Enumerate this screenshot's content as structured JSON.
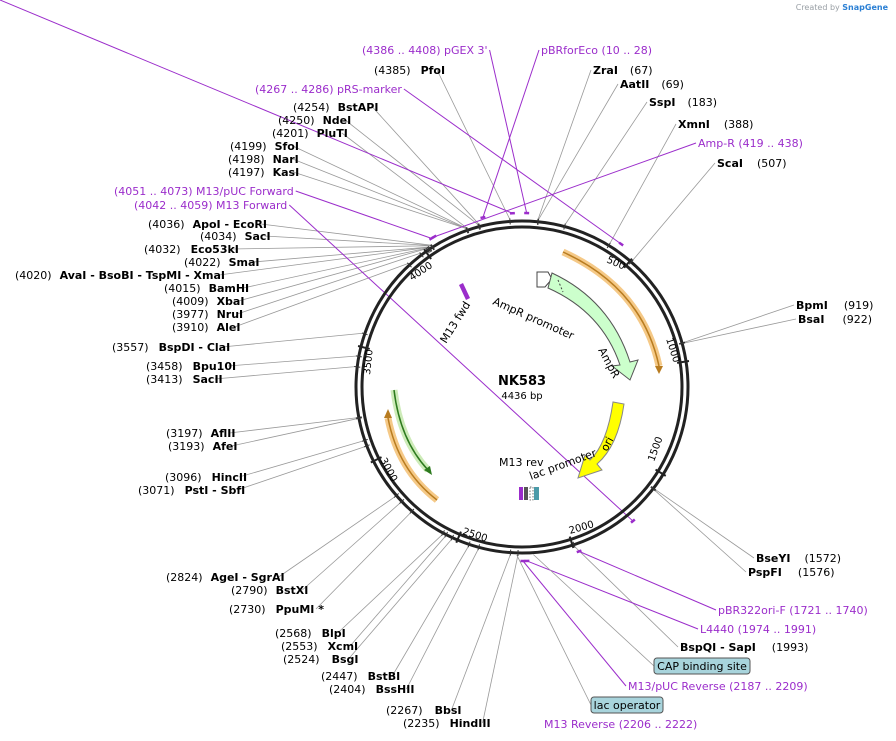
{
  "credit": {
    "prefix": "Created by",
    "brand": "SnapGene"
  },
  "plasmid": {
    "name": "NK583",
    "length_label": "4436 bp",
    "length": 4436
  },
  "colors": {
    "primer": "#9b2dcb",
    "site_line": "#888888",
    "ampr": "#ccffcc",
    "ori": "#ffff00",
    "orange_gene": "#f0a030",
    "feature_box": "#a8d4dc"
  },
  "sites": [
    {
      "pos": "(4385)",
      "name": "PfoI",
      "bp": 4385
    },
    {
      "pos": "(67)",
      "name": "ZraI",
      "bp": 67
    },
    {
      "pos": "(69)",
      "name": "AatII",
      "bp": 69
    },
    {
      "pos": "(183)",
      "name": "SspI",
      "bp": 183
    },
    {
      "pos": "(388)",
      "name": "XmnI",
      "bp": 388
    },
    {
      "pos": "(507)",
      "name": "ScaI",
      "bp": 507
    },
    {
      "pos": "(919)",
      "name": "BpmI",
      "bp": 919
    },
    {
      "pos": "(922)",
      "name": "BsaI",
      "bp": 922
    },
    {
      "pos": "(1572)",
      "name": "BseYI",
      "bp": 1572
    },
    {
      "pos": "(1576)",
      "name": "PspFI",
      "bp": 1576
    },
    {
      "pos": "(1993)",
      "name": "BspQI - SapI",
      "bp": 1993
    },
    {
      "pos": "(2267)",
      "name": "BbsI",
      "bp": 2267
    },
    {
      "pos": "(2235)",
      "name": "HindIII",
      "bp": 2235
    },
    {
      "pos": "(2404)",
      "name": "BssHII",
      "bp": 2404
    },
    {
      "pos": "(2447)",
      "name": "BstBI",
      "bp": 2447
    },
    {
      "pos": "(2524)",
      "name": "BsgI",
      "bp": 2524
    },
    {
      "pos": "(2553)",
      "name": "XcmI",
      "bp": 2553
    },
    {
      "pos": "(2568)",
      "name": "BlpI",
      "bp": 2568
    },
    {
      "pos": "(2730)",
      "name": "PpuMI *",
      "bp": 2730
    },
    {
      "pos": "(2790)",
      "name": "BstXI",
      "bp": 2790
    },
    {
      "pos": "(2824)",
      "name": "AgeI - SgrAI",
      "bp": 2824
    },
    {
      "pos": "(3071)",
      "name": "PstI - SbfI",
      "bp": 3071
    },
    {
      "pos": "(3096)",
      "name": "HincII",
      "bp": 3096
    },
    {
      "pos": "(3193)",
      "name": "AfeI",
      "bp": 3193
    },
    {
      "pos": "(3197)",
      "name": "AflII",
      "bp": 3197
    },
    {
      "pos": "(3413)",
      "name": "SacII",
      "bp": 3413
    },
    {
      "pos": "(3458)",
      "name": "Bpu10I",
      "bp": 3458
    },
    {
      "pos": "(3557)",
      "name": "BspDI - ClaI",
      "bp": 3557
    },
    {
      "pos": "(3910)",
      "name": "AleI",
      "bp": 3910
    },
    {
      "pos": "(3977)",
      "name": "NruI",
      "bp": 3977
    },
    {
      "pos": "(4009)",
      "name": "XbaI",
      "bp": 4009
    },
    {
      "pos": "(4015)",
      "name": "BamHI",
      "bp": 4015
    },
    {
      "pos": "(4020)",
      "name": "AvaI - BsoBI - TspMI - XmaI",
      "bp": 4020
    },
    {
      "pos": "(4022)",
      "name": "SmaI",
      "bp": 4022
    },
    {
      "pos": "(4032)",
      "name": "Eco53kI",
      "bp": 4032
    },
    {
      "pos": "(4034)",
      "name": "SacI",
      "bp": 4034
    },
    {
      "pos": "(4036)",
      "name": "ApoI - EcoRI",
      "bp": 4036
    },
    {
      "pos": "(4197)",
      "name": "KasI",
      "bp": 4197
    },
    {
      "pos": "(4198)",
      "name": "NarI",
      "bp": 4198
    },
    {
      "pos": "(4199)",
      "name": "SfoI",
      "bp": 4199
    },
    {
      "pos": "(4201)",
      "name": "PluTI",
      "bp": 4201
    },
    {
      "pos": "(4250)",
      "name": "NdeI",
      "bp": 4250
    },
    {
      "pos": "(4254)",
      "name": "BstAPI",
      "bp": 4254
    }
  ],
  "primers": [
    {
      "text": "(4386 .. 4408)  pGEX 3'",
      "bp": 4397
    },
    {
      "text": "pBRforEco   (10 .. 28)",
      "bp": 19
    },
    {
      "text": "(4267 .. 4286)  pRS-marker",
      "bp": 4276
    },
    {
      "text": "Amp-R   (419 .. 438)",
      "bp": 428
    },
    {
      "text": "(4051 .. 4073)  M13/pUC Forward",
      "bp": 4062
    },
    {
      "text": "(4042 .. 4059)  M13 Forward",
      "bp": 4050
    },
    {
      "text": "pBR322ori-F   (1721 .. 1740)",
      "bp": 1730
    },
    {
      "text": "L4440   (1974 .. 1991)",
      "bp": 1982
    },
    {
      "text": "M13/pUC Reverse   (2187 .. 2209)",
      "bp": 2198
    },
    {
      "text": "M13 Reverse   (2206 .. 2222)",
      "bp": 2214
    }
  ],
  "boxes": [
    {
      "text": "CAP binding site",
      "bp": 2170
    },
    {
      "text": "lac operator",
      "bp": 2240
    }
  ],
  "ticks": [
    {
      "label": "500",
      "bp": 500
    },
    {
      "label": "1000",
      "bp": 1000
    },
    {
      "label": "1500",
      "bp": 1500
    },
    {
      "label": "2000",
      "bp": 2000
    },
    {
      "label": "2500",
      "bp": 2500
    },
    {
      "label": "3000",
      "bp": 3000
    },
    {
      "label": "3500",
      "bp": 3500
    },
    {
      "label": "4000",
      "bp": 4000
    }
  ],
  "features": {
    "ampr_promoter": "AmpR promoter",
    "ampr": "AmpR",
    "ori": "ori",
    "lac_promoter": "lac promoter",
    "m13_rev": "M13 rev",
    "m13_fwd": "M13 fwd"
  }
}
